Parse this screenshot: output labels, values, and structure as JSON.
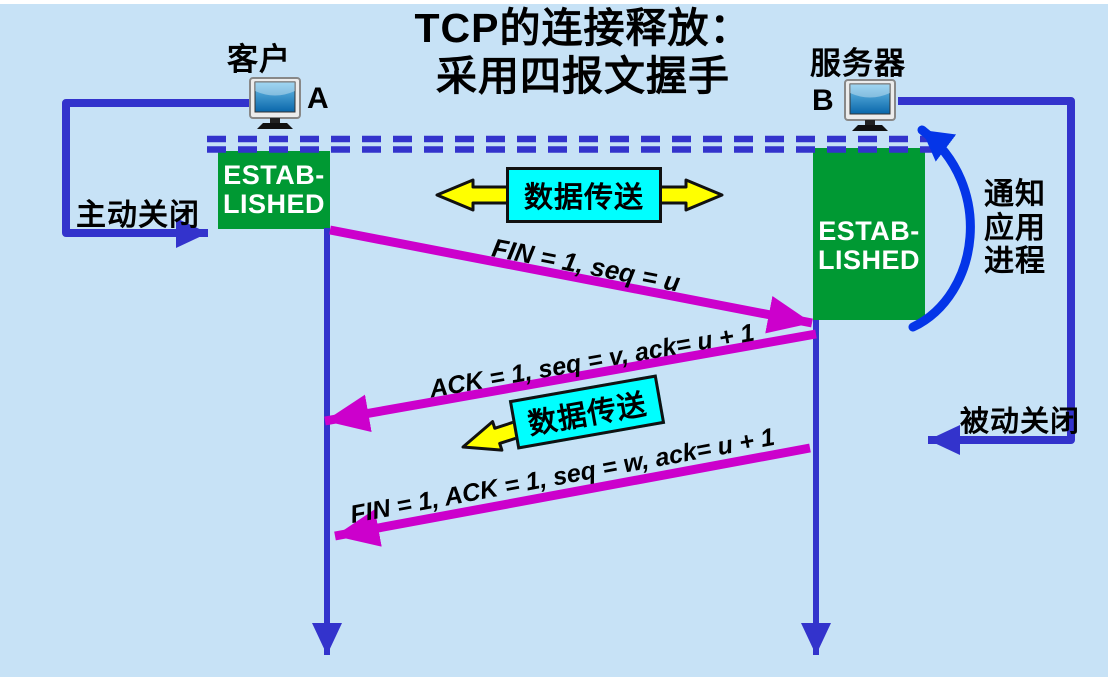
{
  "title": {
    "line1": "TCP的连接释放：",
    "line2": "采用四报文握手"
  },
  "client": {
    "label": "客户",
    "host_id": "A",
    "state": {
      "line1": "ESTAB-",
      "line2": "LISHED"
    },
    "action": "主动关闭"
  },
  "server": {
    "label": "服务器",
    "host_id": "B",
    "state": {
      "line1": "ESTAB-",
      "line2": "LISHED"
    },
    "action": "被动关闭",
    "notify": {
      "line1": "通知",
      "line2": "应用",
      "line3": "进程"
    }
  },
  "messages": {
    "fin": "FIN = 1, seq = u",
    "ack": "ACK = 1, seq = v, ack= u + 1",
    "fin_ack": "FIN = 1, ACK = 1, seq = w, ack= u + 1"
  },
  "data_transfer": {
    "label_top": "数据传送",
    "label_middle": "数据传送"
  },
  "icons": {
    "client_host": "computer-icon",
    "server_host": "computer-icon"
  },
  "colors": {
    "background": "#c7e2f6",
    "line_blue": "#3333cc",
    "curve_blue": "#0435e8",
    "message_magenta": "#cc00cc",
    "state_green": "#009933",
    "data_box_cyan": "#00ffff",
    "arrow_yellow": "#ffff00",
    "text_black": "#000000"
  }
}
